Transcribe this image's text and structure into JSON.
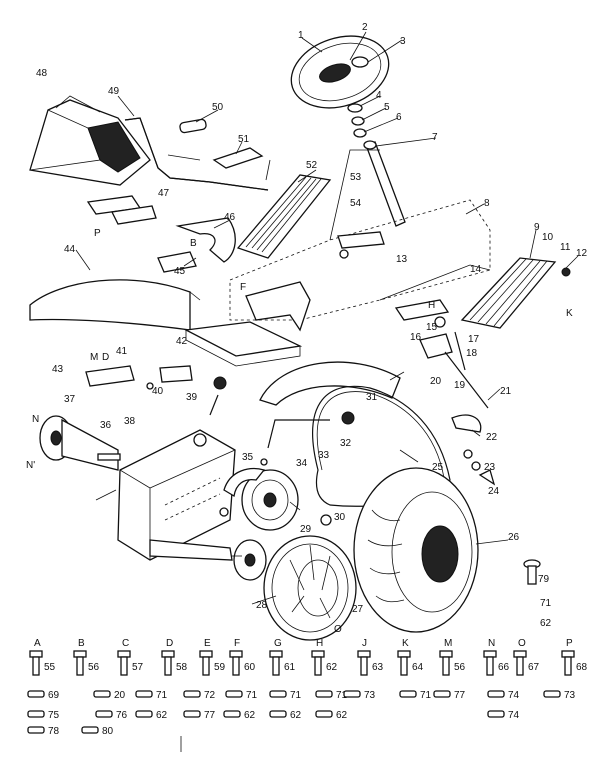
{
  "callouts": [
    "1",
    "2",
    "3",
    "4",
    "5",
    "6",
    "7",
    "8",
    "9",
    "10",
    "11",
    "12",
    "13",
    "14",
    "15",
    "16",
    "17",
    "18",
    "19",
    "20",
    "21",
    "22",
    "23",
    "24",
    "25",
    "26",
    "27",
    "28",
    "29",
    "30",
    "31",
    "32",
    "33",
    "34",
    "35",
    "36",
    "37",
    "38",
    "39",
    "40",
    "41",
    "42",
    "43",
    "44",
    "45",
    "46",
    "47",
    "48",
    "49",
    "50",
    "51",
    "52",
    "53",
    "54",
    "79",
    "71",
    "62"
  ],
  "assembly_letters": [
    "B",
    "F",
    "H",
    "K",
    "D",
    "M",
    "N",
    "N'",
    "P",
    "O"
  ],
  "hardware_key": [
    {
      "letter": "A",
      "number": "55"
    },
    {
      "letter": "B",
      "number": "56"
    },
    {
      "letter": "C",
      "number": "57"
    },
    {
      "letter": "D",
      "number": "58"
    },
    {
      "letter": "E",
      "number": "59"
    },
    {
      "letter": "F",
      "number": "60"
    },
    {
      "letter": "G",
      "number": "61"
    },
    {
      "letter": "H",
      "number": "62"
    },
    {
      "letter": "J",
      "number": "63"
    },
    {
      "letter": "K",
      "number": "64"
    },
    {
      "letter": "M",
      "number": "56"
    },
    {
      "letter": "N",
      "number": "66"
    },
    {
      "letter": "O",
      "number": "67"
    },
    {
      "letter": "P",
      "number": "68"
    }
  ],
  "hardware_rows": [
    [
      "69",
      "20",
      "71",
      "72",
      "71",
      "71",
      "71",
      "73",
      "71",
      "77",
      "74",
      "73"
    ],
    [
      "75",
      "76",
      "62",
      "77",
      "62",
      "62",
      "62",
      "74"
    ],
    [
      "78",
      "80"
    ]
  ]
}
